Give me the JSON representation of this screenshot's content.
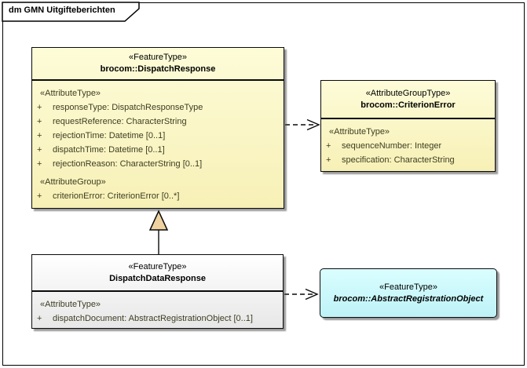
{
  "diagram": {
    "title": "dm GMN Uitgifteberichten",
    "tool_style": "Enterprise-Architect UML class diagram"
  },
  "colors": {
    "feature_fill_top": "#fdfcd8",
    "feature_fill_bottom": "#f7f0b6",
    "abstract_fill_top": "#dafeff",
    "abstract_fill_bottom": "#bdf2f7",
    "plain_fill_top": "#ffffff",
    "plain_fill_bottom": "#e7e7e7",
    "attr_text": "#3e3d22",
    "border": "#000000",
    "generalization_arrow_fill": "#efd2a0"
  },
  "classes": {
    "dispatch_response": {
      "stereotype": "«FeatureType»",
      "name": "brocom::DispatchResponse",
      "attr_caption": "«AttributeType»",
      "attrs": [
        {
          "vis": "+",
          "text": "responseType: DispatchResponseType"
        },
        {
          "vis": "+",
          "text": "requestReference: CharacterString"
        },
        {
          "vis": "+",
          "text": "rejectionTime: Datetime [0..1]"
        },
        {
          "vis": "+",
          "text": "dispatchTime: Datetime [0..1]"
        },
        {
          "vis": "+",
          "text": "rejectionReason: CharacterString [0..1]"
        }
      ],
      "group_caption": "«AttributeGroup»",
      "group_attrs": [
        {
          "vis": "+",
          "text": "criterionError: CriterionError [0..*]"
        }
      ]
    },
    "criterion_error": {
      "stereotype": "«AttributeGroupType»",
      "name": "brocom::CriterionError",
      "attr_caption": "«AttributeType»",
      "attrs": [
        {
          "vis": "+",
          "text": "sequenceNumber: Integer"
        },
        {
          "vis": "+",
          "text": "specification: CharacterString"
        }
      ]
    },
    "dispatch_data_response": {
      "stereotype": "«FeatureType»",
      "name": "DispatchDataResponse",
      "attr_caption": "«AttributeType»",
      "attrs": [
        {
          "vis": "+",
          "text": "dispatchDocument: AbstractRegistrationObject [0..1]"
        }
      ]
    },
    "abstract_registration_object": {
      "stereotype": "«FeatureType»",
      "name": "brocom::AbstractRegistrationObject"
    }
  },
  "connectors": {
    "generalization": {
      "type": "generalization",
      "from": "DispatchDataResponse",
      "to": "brocom::DispatchResponse"
    },
    "dependency_criterion_error": {
      "type": "dependency",
      "from": "brocom::DispatchResponse",
      "to": "brocom::CriterionError"
    },
    "dependency_abstract_registration_object": {
      "type": "dependency",
      "from": "DispatchDataResponse",
      "to": "brocom::AbstractRegistrationObject"
    }
  }
}
